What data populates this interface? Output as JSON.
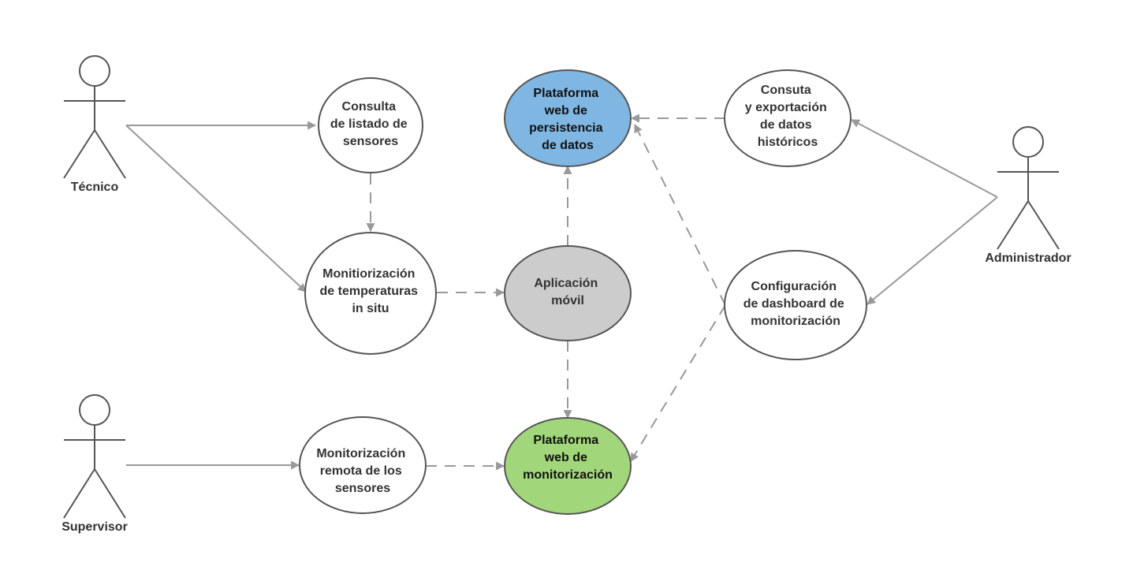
{
  "actors": {
    "tecnico": {
      "label": "Técnico"
    },
    "supervisor": {
      "label": "Supervisor"
    },
    "administrador": {
      "label": "Administrador"
    }
  },
  "use_cases": {
    "consulta_listado": {
      "lines": [
        "Consulta",
        "de listado de",
        "sensores"
      ]
    },
    "monitorizacion_situ": {
      "lines": [
        "Monitiorización",
        "de temperaturas",
        "in situ"
      ]
    },
    "monitorizacion_remota": {
      "lines": [
        "Monitorización",
        "remota de los",
        "sensores"
      ]
    },
    "plataforma_persistencia": {
      "lines": [
        "Plataforma",
        "web de",
        "persistencia",
        "de datos"
      ],
      "fill": "#7fb6e2"
    },
    "aplicacion_movil": {
      "lines": [
        "Aplicación",
        "móvil"
      ],
      "fill": "#cccccc"
    },
    "plataforma_monitorizacion": {
      "lines": [
        "Plataforma",
        "web de",
        "monitorización"
      ],
      "fill": "#a1d67a"
    },
    "consulta_exportacion": {
      "lines": [
        "Consuta",
        "y exportación",
        "de datos",
        "históricos"
      ]
    },
    "configuracion_dashboard": {
      "lines": [
        "Configuración",
        "de dashboard de",
        "monitorización"
      ]
    }
  },
  "colors": {
    "stroke": "#555555",
    "connector": "#999999",
    "background": "#ffffff"
  }
}
